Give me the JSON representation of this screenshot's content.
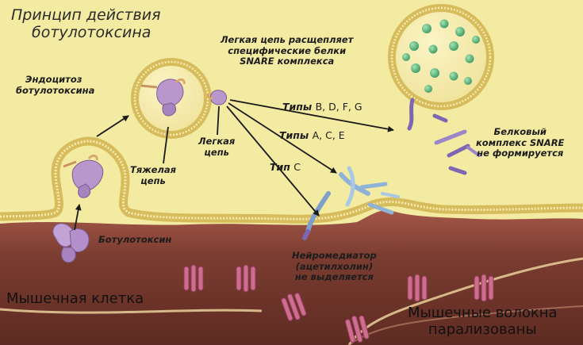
{
  "title": [
    "Принцип действия",
    "ботулотоксина"
  ],
  "labels": {
    "light_chain_cleaves": [
      "Легкая цепь расщепляет",
      "специфические белки",
      "SNARE комплекса"
    ],
    "endocytosis": [
      "Эндоцитоз",
      "ботулотоксина"
    ],
    "heavy_chain": [
      "Тяжелая",
      "цепь"
    ],
    "light_chain": [
      "Легкая",
      "цепь"
    ],
    "botulinum_toxin": "Ботулотоксин",
    "snare_not_formed": [
      "Белковый",
      "комплекс SNARE",
      "не формируется"
    ],
    "neurotransmitter": [
      "Нейромедиатор",
      "(ацетилхолин)",
      "не выделяется"
    ],
    "muscle_cell": "Мышечная клетка",
    "fibers_paralyzed": [
      "Мышечные волокна",
      "парализованы"
    ]
  },
  "types": [
    {
      "word": "Типы",
      "letters": "B, D, F, G"
    },
    {
      "word": "Типы",
      "letters": "A, C, E"
    },
    {
      "word": "Тип",
      "letters": "C"
    }
  ],
  "colors": {
    "cytoplasm": "#f4eba2",
    "membrane": "#dfc76a",
    "muscle": "#7a3c30",
    "toxin": "#b996cc",
    "receptor": "#d06c8e",
    "vesicle_content": "#5fb77f",
    "snare_blue": "#8fb3d6",
    "snare_purple": "#7d67b3"
  }
}
